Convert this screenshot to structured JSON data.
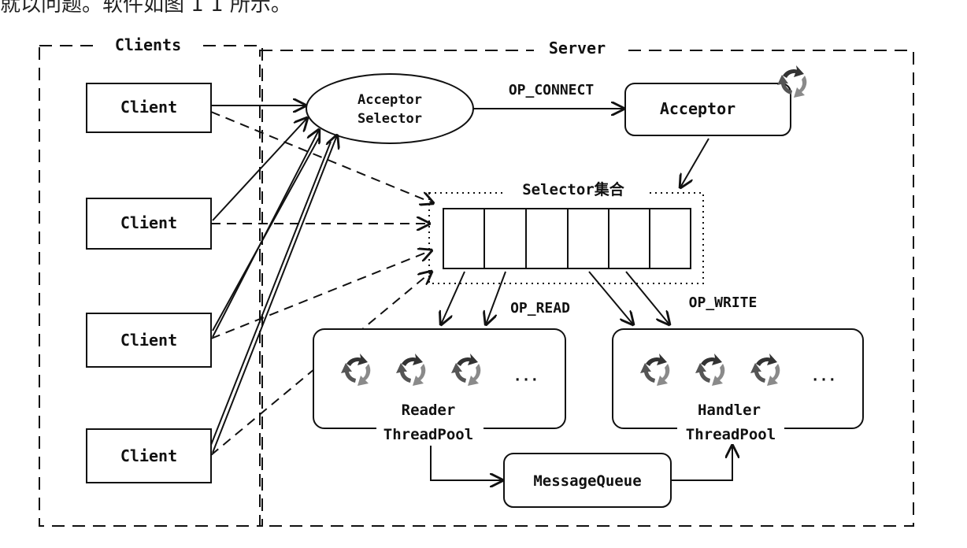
{
  "caption": "就以问题。软件如图 1 1 所示。",
  "groups": {
    "clients": "Clients",
    "server": "Server"
  },
  "clients": [
    "Client",
    "Client",
    "Client",
    "Client"
  ],
  "acceptor_selector": {
    "line1": "Acceptor",
    "line2": "Selector"
  },
  "acceptor": "Acceptor",
  "selector_set": "Selector集合",
  "edge_labels": {
    "connect": "OP_CONNECT",
    "read": "OP_READ",
    "write": "OP_WRITE"
  },
  "reader_pool": {
    "line1": "Reader",
    "line2": "ThreadPool",
    "ellipsis": "···"
  },
  "handler_pool": {
    "line1": "Handler",
    "line2": "ThreadPool",
    "ellipsis": "···"
  },
  "message_queue": "MessageQueue",
  "colors": {
    "stroke": "#111111",
    "gear_dark": "#333333",
    "gear_light": "#9a9a9a"
  }
}
